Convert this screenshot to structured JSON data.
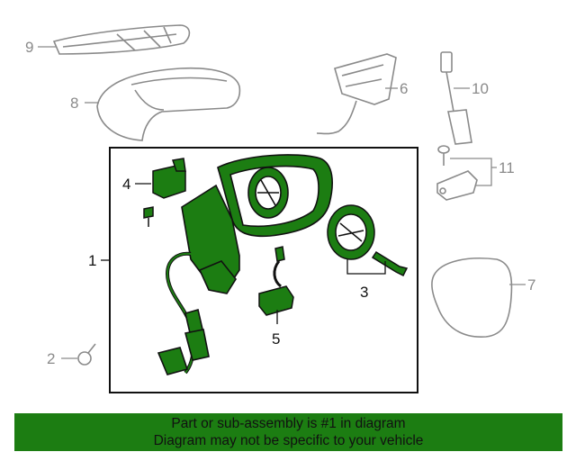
{
  "callouts": {
    "c1": "1",
    "c2": "2",
    "c3": "3",
    "c4": "4",
    "c5": "5",
    "c6": "6",
    "c7": "7",
    "c8": "8",
    "c9": "9",
    "c10": "10",
    "c11": "11"
  },
  "banner": {
    "line1": "Part or sub-assembly is #1 in diagram",
    "line2": "Diagram may not be specific to your vehicle"
  },
  "colors": {
    "highlight": "#1c7d12",
    "outline": "#111111",
    "muted": "#8a8a8a"
  }
}
